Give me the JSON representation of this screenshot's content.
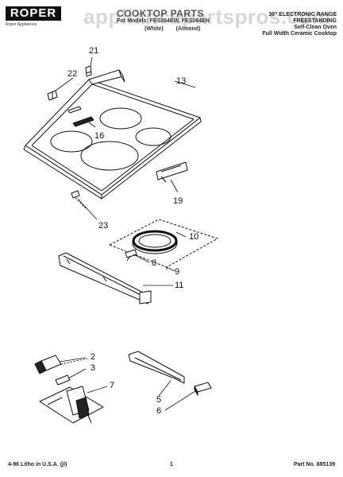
{
  "header": {
    "brand": "ROPER",
    "tagline": "Roper Appliances",
    "title": "COOKTOP PARTS",
    "for_models": "For Models: FES364EW, FES364EN",
    "colors": [
      "(White)",
      "(Almond)"
    ],
    "watermark": "appliancepartspros.com",
    "right_lines": [
      "30\" ELECTRONIC RANGE",
      "FREESTANDING",
      "Self-Clean Oven",
      "Full Width Ceramic Cooktop"
    ]
  },
  "callouts": {
    "c21": "21",
    "c22": "22",
    "c13": "13",
    "c16": "16",
    "c19": "19",
    "c23": "23",
    "c10": "10",
    "c8": "8",
    "c9": "9",
    "c11": "11",
    "c2": "2",
    "c3": "3",
    "c7": "7",
    "c5": "5",
    "c6": "6"
  },
  "footer": {
    "left": "4-96 Litho in U.S.A. (jl)",
    "center": "1",
    "right": "Part No. 885139"
  }
}
